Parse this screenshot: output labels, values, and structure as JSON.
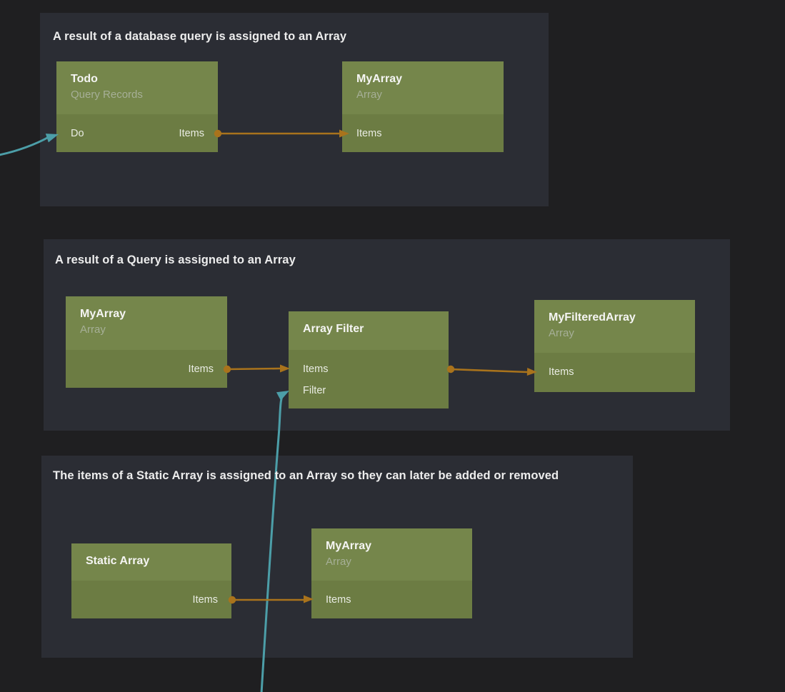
{
  "app": {
    "title": "Visual node graph canvas with array examples"
  },
  "theme": {
    "background": "#1f1f21",
    "panel": "#2b2d34",
    "node_header_green": "#75864b",
    "node_body_green": "#6c7c43",
    "wire_orange": "#a9731c",
    "wire_teal": "#4c9ea8",
    "title_color": "#f5f5f3",
    "subtitle_color": "#a6af97",
    "port_label_color": "#e9ece3",
    "comment_color": "#ededed"
  },
  "groups": [
    {
      "comment": "A result of a database query is assigned to an Array",
      "nodes": [
        {
          "title": "Todo",
          "subtitle": "Query Records",
          "rows": [
            {
              "left": "Do",
              "right": "Items"
            }
          ]
        },
        {
          "title": "MyArray",
          "subtitle": "Array",
          "rows": [
            {
              "left": "Items",
              "right": ""
            }
          ]
        }
      ]
    },
    {
      "comment": "A result of a Query is assigned to an Array",
      "nodes": [
        {
          "title": "MyArray",
          "subtitle": "Array",
          "rows": [
            {
              "left": "",
              "right": "Items"
            }
          ]
        },
        {
          "title": "Array Filter",
          "subtitle": "",
          "rows": [
            {
              "left": "Items",
              "right": ""
            },
            {
              "left": "Filter",
              "right": ""
            }
          ]
        },
        {
          "title": "MyFilteredArray",
          "subtitle": "Array",
          "rows": [
            {
              "left": "Items",
              "right": ""
            }
          ]
        }
      ]
    },
    {
      "comment": "The items of a Static Array is assigned to an Array so they can later be added or removed",
      "nodes": [
        {
          "title": "Static Array",
          "subtitle": "",
          "rows": [
            {
              "left": "",
              "right": "Items"
            }
          ]
        },
        {
          "title": "MyArray",
          "subtitle": "Array",
          "rows": [
            {
              "left": "Items",
              "right": ""
            }
          ]
        }
      ]
    }
  ],
  "connections": [
    {
      "from": "offscreen-left",
      "to": "Todo.Do",
      "type": "signal-teal"
    },
    {
      "from": "Todo.Items",
      "to": "MyArray.Items",
      "type": "data-orange"
    },
    {
      "from": "MyArray.Items",
      "to": "Array Filter.Items",
      "type": "data-orange"
    },
    {
      "from": "Array Filter.out",
      "to": "MyFilteredArray.Items",
      "type": "data-orange"
    },
    {
      "from": "offscreen-bottom",
      "to": "Array Filter.Filter",
      "type": "signal-teal"
    },
    {
      "from": "Static Array.Items",
      "to": "MyArray.Items",
      "type": "data-orange"
    }
  ]
}
